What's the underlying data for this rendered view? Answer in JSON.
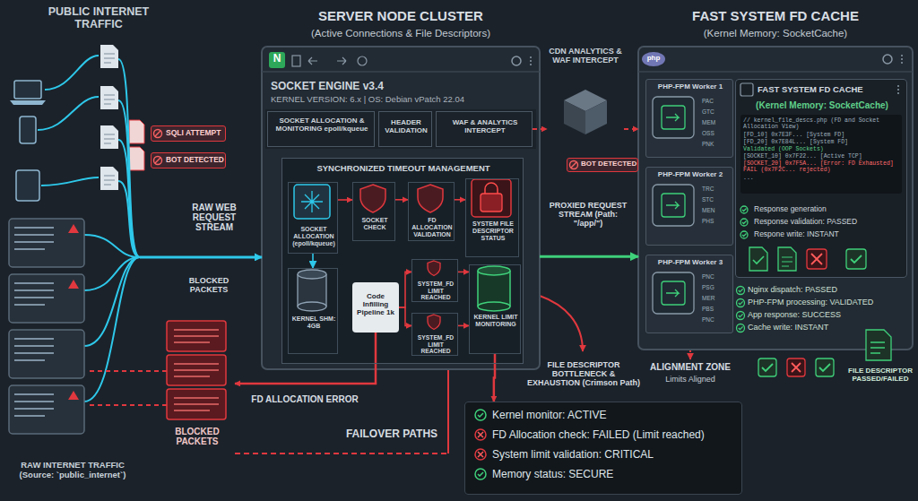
{
  "diagram": {
    "nodes": [
      {
        "text": [
          "SQLI ATTEMPT"
        ]
      },
      {
        "text": [
          "BOT DETECTED"
        ]
      },
      {
        "text": [
          "RAW INTERNET TRAFFIC (Source: `public_internet`)"
        ]
      },
      {
        "text": [
          "SERVER NODE CLUSTER",
          "(Active Connections & File Descriptors)",
          "SOCKET ENGINE v3.4",
          "KERNEL VERSION: 6.x | OS: Debian vPatch 22.04"
        ]
      },
      {
        "text": [
          "SOCKET ALLOCATION & MONITORING epoll/kqueue"
        ],
        "in": 3
      },
      {
        "text": [
          "HEADER VALIDATION"
        ],
        "in": 3
      },
      {
        "text": [
          "WAF & ANALYTICS INTERCEPT"
        ],
        "in": 3
      },
      {
        "text": [
          "SYNCHRONIZED TIMEOUT MANAGEMENT"
        ],
        "in": 3
      },
      {
        "text": [
          "SOCKET ALLOCATION (epoll/kqueue)"
        ],
        "in": 7
      },
      {
        "text": [
          "SOCKET CHECK"
        ],
        "in": 7
      },
      {
        "text": [
          "FD ALLOCATION VALIDATION"
        ],
        "in": 7
      },
      {
        "text": [
          "SYSTEM FILE DESCRIPTOR STATUS"
        ],
        "in": 7
      },
      {
        "text": [
          "KERNEL SHM: 4GB"
        ],
        "in": 7
      },
      {
        "text": [
          "Code Infilling Pipeline 1k"
        ],
        "in": 7
      },
      {
        "text": [
          "SYSTEM_FD LIMIT REACHED"
        ],
        "in": 7
      },
      {
        "text": [
          "SYSTEM_FD LIMIT REACHED"
        ],
        "in": 7
      },
      {
        "text": [
          "KERNEL LIMIT MONITORING"
        ],
        "in": 7
      },
      {
        "text": [
          "CDN ANALYTICS & WAF INTERCEPT"
        ]
      },
      {
        "text": [
          "BOT DETECTED"
        ]
      },
      {
        "text": [
          "FAST SYSTEM FD CACHE",
          "(Kernel Memory: SocketCache)"
        ]
      },
      {
        "text": [
          "PHP-FPM Worker 1",
          "PAC",
          "GTC",
          "MEM",
          "OSS",
          "PNK"
        ],
        "in": 19
      },
      {
        "text": [
          "PHP-FPM Worker 2",
          "TRC",
          "STC",
          "MEN",
          "PHS"
        ],
        "in": 19
      },
      {
        "text": [
          "PHP-FPM Worker 3",
          "PNC",
          "PSG",
          "MER",
          "PBS",
          "PNC"
        ],
        "in": 19
      },
      {
        "text": [
          "FAST SYSTEM FD CACHE",
          "(Kernel Memory: SocketCache)",
          "// kernel_file_descs.php (FD and Socket Allocation View)",
          "[FD_10] 0x7E3F... [System FD]",
          "[FD_20] 0x7E84L... [System FD]",
          "Validated (OOP Sockets)",
          "[SOCKET_10] 0x7F22... [Active TCP]",
          "[SOCKET_20] 0x7F5A... [Error: FD Exhausted] FAIL (0x7F2C... rejected)",
          "...",
          "Response generation",
          "Response validation: PASSED",
          "Respone write: INSTANT"
        ],
        "in": 19
      },
      {
        "text": [
          "BLOCKED PACKETS"
        ]
      },
      {
        "text": [
          "FILE DESCRIPTOR PASSED/FAILED"
        ]
      },
      {
        "text": [
          "Kernel monitor: ACTIVE",
          "FD Allocation check: FAILED (Limit reached)",
          "System limit validation: CRITICAL",
          "Memory status: SECURE"
        ]
      }
    ],
    "edges": [
      {
        "from": 2,
        "to": 3,
        "arrow": "to",
        "label": "RAW WEB REQUEST STREAM"
      },
      {
        "from": 3,
        "to": 19,
        "arrow": "to",
        "label": "PROXIED REQUEST STREAM (Path: \"/app/\")"
      },
      {
        "from": 6,
        "to": 17,
        "arrow": "to"
      },
      {
        "from": 17,
        "to": 19,
        "arrow": "to"
      },
      {
        "from": 8,
        "to": 9,
        "arrow": "to"
      },
      {
        "from": 9,
        "to": 10,
        "arrow": "to"
      },
      {
        "from": 10,
        "to": 11,
        "arrow": "to"
      },
      {
        "from": 8,
        "to": 12,
        "arrow": "to"
      },
      {
        "from": 13,
        "to": 14,
        "arrow": "to"
      },
      {
        "from": 13,
        "to": 15,
        "arrow": "to"
      },
      {
        "from": 14,
        "to": 16,
        "arrow": "to"
      },
      {
        "from": 15,
        "to": 16,
        "arrow": "to"
      },
      {
        "from": 13,
        "to": 24,
        "arrow": "to",
        "label": "FD ALLOCATION ERROR"
      },
      {
        "from": 16,
        "to": 26,
        "arrow": "to"
      }
    ],
    "labels": [
      "PUBLIC INTERNET TRAFFIC",
      "BLOCKED PACKETS",
      "FAILOVER PATHS",
      "FILE DESCRIPTOR BOTTLENECK & EXHAUSTION (Crimson Path)",
      "ALIGNMENT ZONE",
      "Limits Aligned",
      "N",
      "php",
      "Nginx dispatch: PASSED",
      "PHP-FPM processing: VALIDATED",
      "App response: SUCCESS",
      "Cache write: INSTANT"
    ]
  }
}
